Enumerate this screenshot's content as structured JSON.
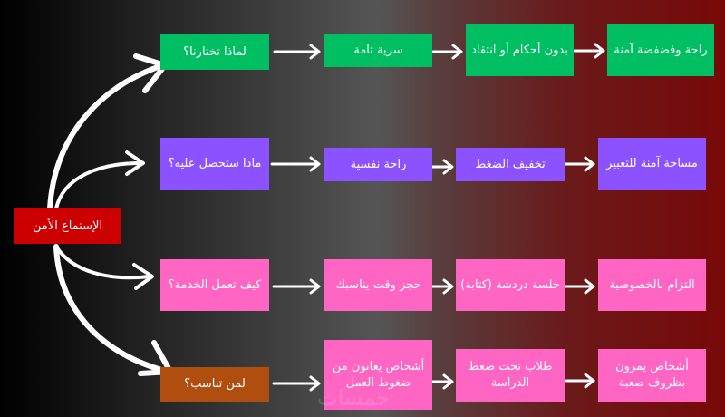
{
  "center": {
    "label": "الإستماع الأمن",
    "color": "#cc0000"
  },
  "rows": [
    {
      "color": "#00bf63",
      "question": "لماذا تختارنا؟",
      "items": [
        "سرية تامة",
        "بدون أحكام أو انتقاد",
        "راحة وفضفضة آمنة"
      ]
    },
    {
      "color": "#8c52ff",
      "question": "ماذا ستحصل عليه؟",
      "items": [
        "راحة نفسية",
        "تخفيف الضغط",
        "مساحة آمنة للتعبير"
      ]
    },
    {
      "color": "#ff66c4",
      "question": "كيف تعمل الخدمة؟",
      "items": [
        "حجز وقت يناسبك",
        "جلسة دردشة (كتابة)",
        "التزام بالخصوصية"
      ]
    },
    {
      "color": "#ff66c4",
      "question_color": "#b04e0f",
      "question": "لمن تناسب؟",
      "items": [
        "أشخاص يعانون من ضغوط العمل",
        "طلاب تحت ضغط الدراسة",
        "أشخاص يمرون بظروف صعبة"
      ]
    }
  ],
  "watermark": "خمسات"
}
